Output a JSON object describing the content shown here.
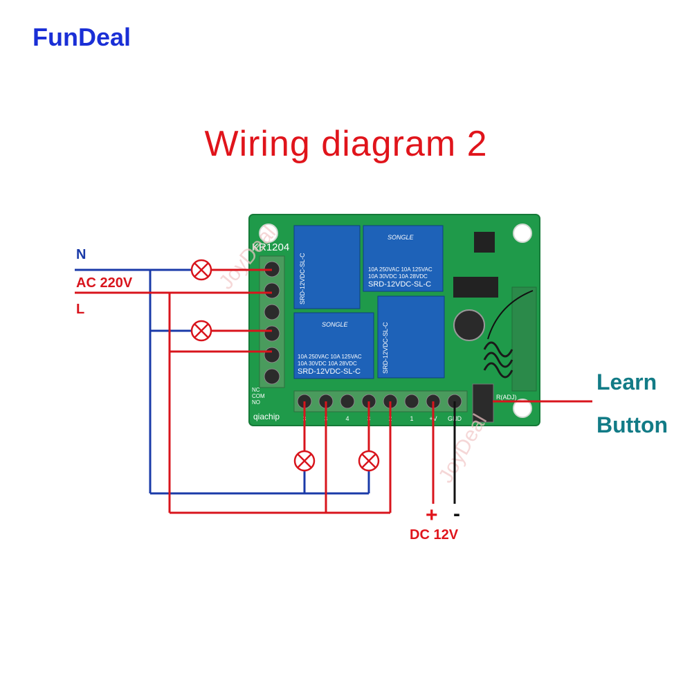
{
  "brand": "FunDeal",
  "title": "Wiring diagram 2",
  "power": {
    "n_label": "N",
    "ac_label": "AC 220V",
    "l_label": "L"
  },
  "learn_button": {
    "line1": "Learn",
    "line2": "Button"
  },
  "dc": {
    "plus": "+",
    "minus": "-",
    "label": "DC 12V"
  },
  "board": {
    "model": "KR1204",
    "maker": "qiachip",
    "adj_label": "R(ADJ)",
    "relay_brand": "SONGLE",
    "relay_model": "SRD-12VDC-SL-C",
    "relay_rating_1": "10A 250VAC  10A 125VAC",
    "relay_rating_2": "10A 30VDC  10A 28VDC",
    "pin_labels": [
      "NC",
      "COM",
      "NO"
    ],
    "terminal_labels": [
      "3",
      "3",
      "4",
      "3",
      "2",
      "1",
      "+V",
      "GND"
    ],
    "watermark": "JoyDeal"
  },
  "colors": {
    "brand": "#1a2fd6",
    "title": "#e0141b",
    "neutral_wire": "#1a3aa8",
    "live_wire": "#d8141c",
    "learn_text": "#127b86",
    "pcb": "#1f9a4a",
    "relay": "#1e62b8"
  }
}
